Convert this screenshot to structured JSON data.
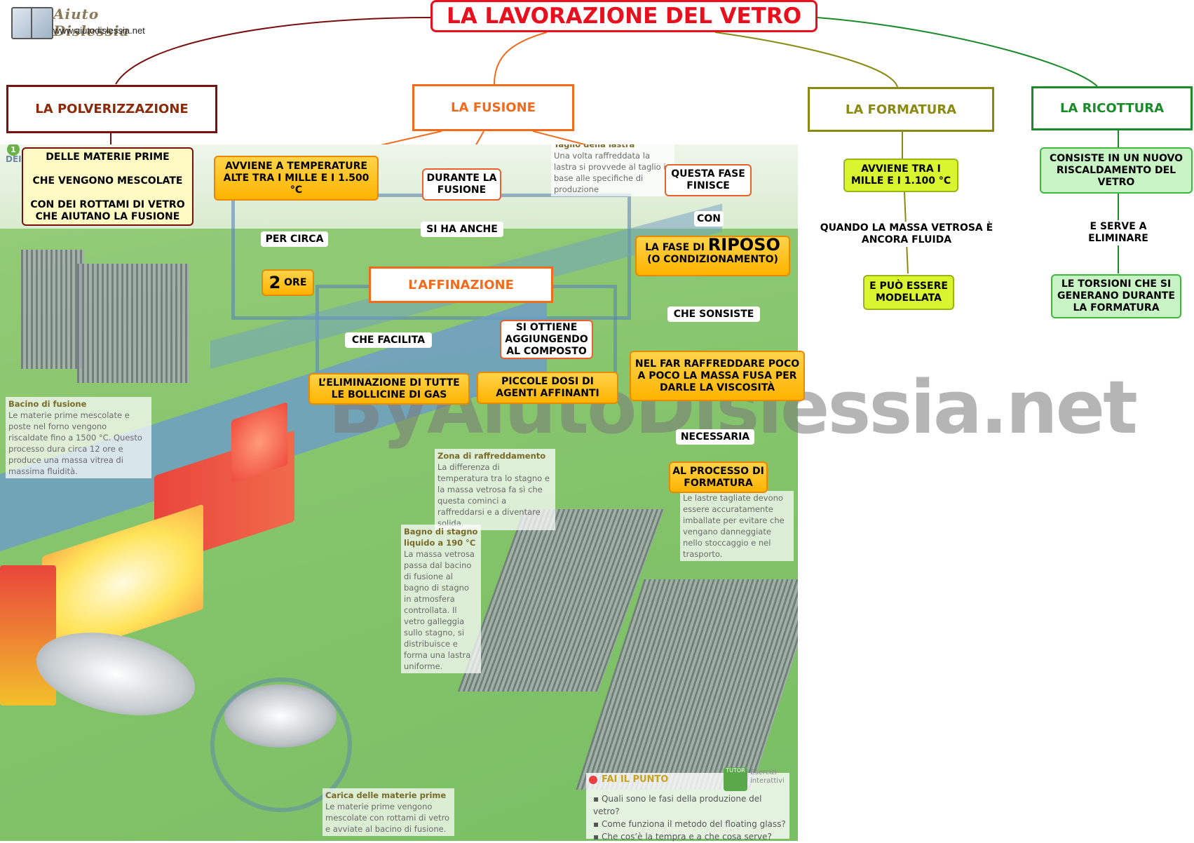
{
  "logo": {
    "name": "Aiuto Dislessia",
    "url": "www.aiutodislessia.net"
  },
  "title": "LA LAVORAZIONE DEL VETRO",
  "branches": {
    "polverizzazione": {
      "header": "LA POLVERIZZAZIONE",
      "box": [
        "DELLE MATERIE PRIME",
        "CHE VENGONO MESCOLATE",
        "CON DEI ROTTAMI DI VETRO",
        "CHE AIUTANO LA FUSIONE"
      ]
    },
    "fusione": {
      "header": "LA FUSIONE",
      "temp": "AVVIENE A TEMPERATURE ALTE TRA I MILLE E I 1.500 °C",
      "per_circa": "PER CIRCA",
      "ore_num": "2",
      "ore_label": "ORE",
      "durante": "DURANTE LA FUSIONE",
      "si_ha_anche": "SI HA ANCHE",
      "affinazione": "L’AFFINAZIONE",
      "che_facilita": "CHE FACILITA",
      "eliminazione": "L’ELIMINAZIONE DI TUTTE LE BOLLICINE DI GAS",
      "si_ottiene": "SI OTTIENE AGGIUNGENDO AL COMPOSTO",
      "piccole_dosi": "PICCOLE DOSI DI AGENTI AFFINANTI",
      "finisce": "QUESTA FASE FINISCE",
      "con": "CON",
      "riposo_pre": "LA FASE DI",
      "riposo_big": "RIPOSO",
      "riposo_sub": "(O CONDIZIONAMENTO)",
      "che_consiste": "CHE SONSISTE",
      "raffreddare": "NEL FAR RAFFREDDARE POCO A POCO LA MASSA FUSA PER DARLE LA  VISCOSITÀ",
      "necessaria": "NECESSARIA",
      "al_processo": "AL PROCESSO DI FORMATURA"
    },
    "formatura": {
      "header": "LA FORMATURA",
      "range": "AVVIENE TRA I MILLE E I 1.100 °C",
      "quando": "QUANDO LA MASSA VETROSA È ANCORA FLUIDA",
      "modellata": "E PUÒ ESSERE MODELLATA"
    },
    "ricottura": {
      "header": "LA RICOTTURA",
      "consiste": "CONSISTE IN UN NUOVO RISCALDAMENTO DEL VETRO",
      "serve": "E SERVE A ELIMINARE",
      "torsioni": "LE TORSIONI CHE SI GENERANO DURANTE LA FORMATURA"
    }
  },
  "image_notes": {
    "taglio": {
      "title": "Taglio della lastra",
      "text": "Una volta raffreddata la lastra si provvede al taglio in base alle specifiche di produzione"
    },
    "bacino": {
      "title": "Bacino di fusione",
      "text": "Le materie prime mescolate e poste nel forno vengono riscaldate fino a 1500 °C. Questo processo dura circa 12 ore e produce una massa vitrea di massima fluidità."
    },
    "raffreddamento": {
      "title": "Zona di raffreddamento",
      "text": "La differenza di temperatura tra lo stagno e la massa vetrosa fa sì che questa cominci a raffreddarsi e a diventare solida."
    },
    "stagno": {
      "title": "Bagno di stagno liquido a 190 °C",
      "text": "La massa vetrosa passa dal bacino di fusione al bagno di stagno in atmosfera controllata. Il vetro galleggia sullo stagno, si distribuisce e forma una lastra uniforme."
    },
    "lastre": {
      "text": "Le lastre tagliate devono essere accuratamente imballate per evitare che vengano danneggiate nello stoccaggio e nel trasporto."
    },
    "carica": {
      "title": "Carica delle materie prime",
      "text": "Le materie prime vengono mescolate con rottami di vetro e avviate al bacino di fusione."
    }
  },
  "corner_marker": {
    "num": "1",
    "label": "DEI"
  },
  "watermark": "ByAiutoDislessia.net",
  "quiz": {
    "title": "FAI IL PUNTO",
    "tutor": "TUTOR",
    "extra": "Esercizi interattivi",
    "questions": [
      "Quali sono le fasi della produzione del vetro?",
      "Come funziona il metodo del floating glass?",
      "Che cos’è la tempra e a che cosa serve?"
    ]
  },
  "colors": {
    "title": "#e8101e",
    "polverizzazione": "#7a0f0f",
    "fusione": "#f26a1b",
    "formatura": "#8a8a12",
    "ricottura": "#1a8a2a"
  }
}
